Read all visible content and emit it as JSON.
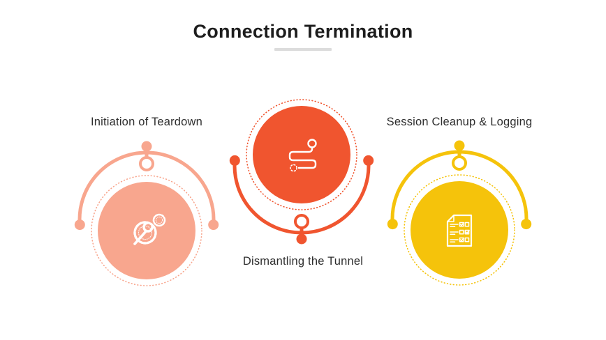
{
  "title": {
    "text": "Connection Termination",
    "underline_color": "#dcdcdc"
  },
  "nodes": [
    {
      "name": "initiation-of-teardown",
      "label": "Initiation of Teardown",
      "color": "#F8A68E",
      "icon": "gears-wrench-icon",
      "orientation": "up"
    },
    {
      "name": "dismantling-the-tunnel",
      "label": "Dismantling the Tunnel",
      "color": "#F0552F",
      "icon": "route-path-icon",
      "orientation": "down"
    },
    {
      "name": "session-cleanup-logging",
      "label": "Session Cleanup & Logging",
      "color": "#F5C30B",
      "icon": "checklist-document-icon",
      "orientation": "up"
    }
  ],
  "icon_stroke_color": "#ffffff",
  "text_color": "#2e2e2e"
}
